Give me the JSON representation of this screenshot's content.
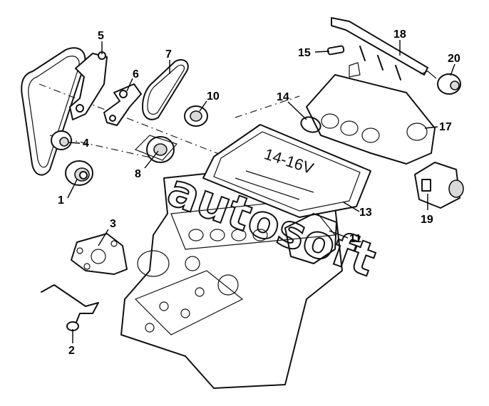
{
  "diagram": {
    "engine_label": "14-16V",
    "watermark": "autosoft",
    "callouts": [
      {
        "id": "c1",
        "label": "1"
      },
      {
        "id": "c2",
        "label": "2"
      },
      {
        "id": "c3",
        "label": "3"
      },
      {
        "id": "c4",
        "label": "4"
      },
      {
        "id": "c5",
        "label": "5"
      },
      {
        "id": "c6",
        "label": "6"
      },
      {
        "id": "c7",
        "label": "7"
      },
      {
        "id": "c8",
        "label": "8"
      },
      {
        "id": "c10",
        "label": "10"
      },
      {
        "id": "c11",
        "label": "11"
      },
      {
        "id": "c13",
        "label": "13"
      },
      {
        "id": "c14",
        "label": "14"
      },
      {
        "id": "c15",
        "label": "15"
      },
      {
        "id": "c17",
        "label": "17"
      },
      {
        "id": "c18",
        "label": "18"
      },
      {
        "id": "c19",
        "label": "19"
      },
      {
        "id": "c20",
        "label": "20"
      }
    ]
  }
}
